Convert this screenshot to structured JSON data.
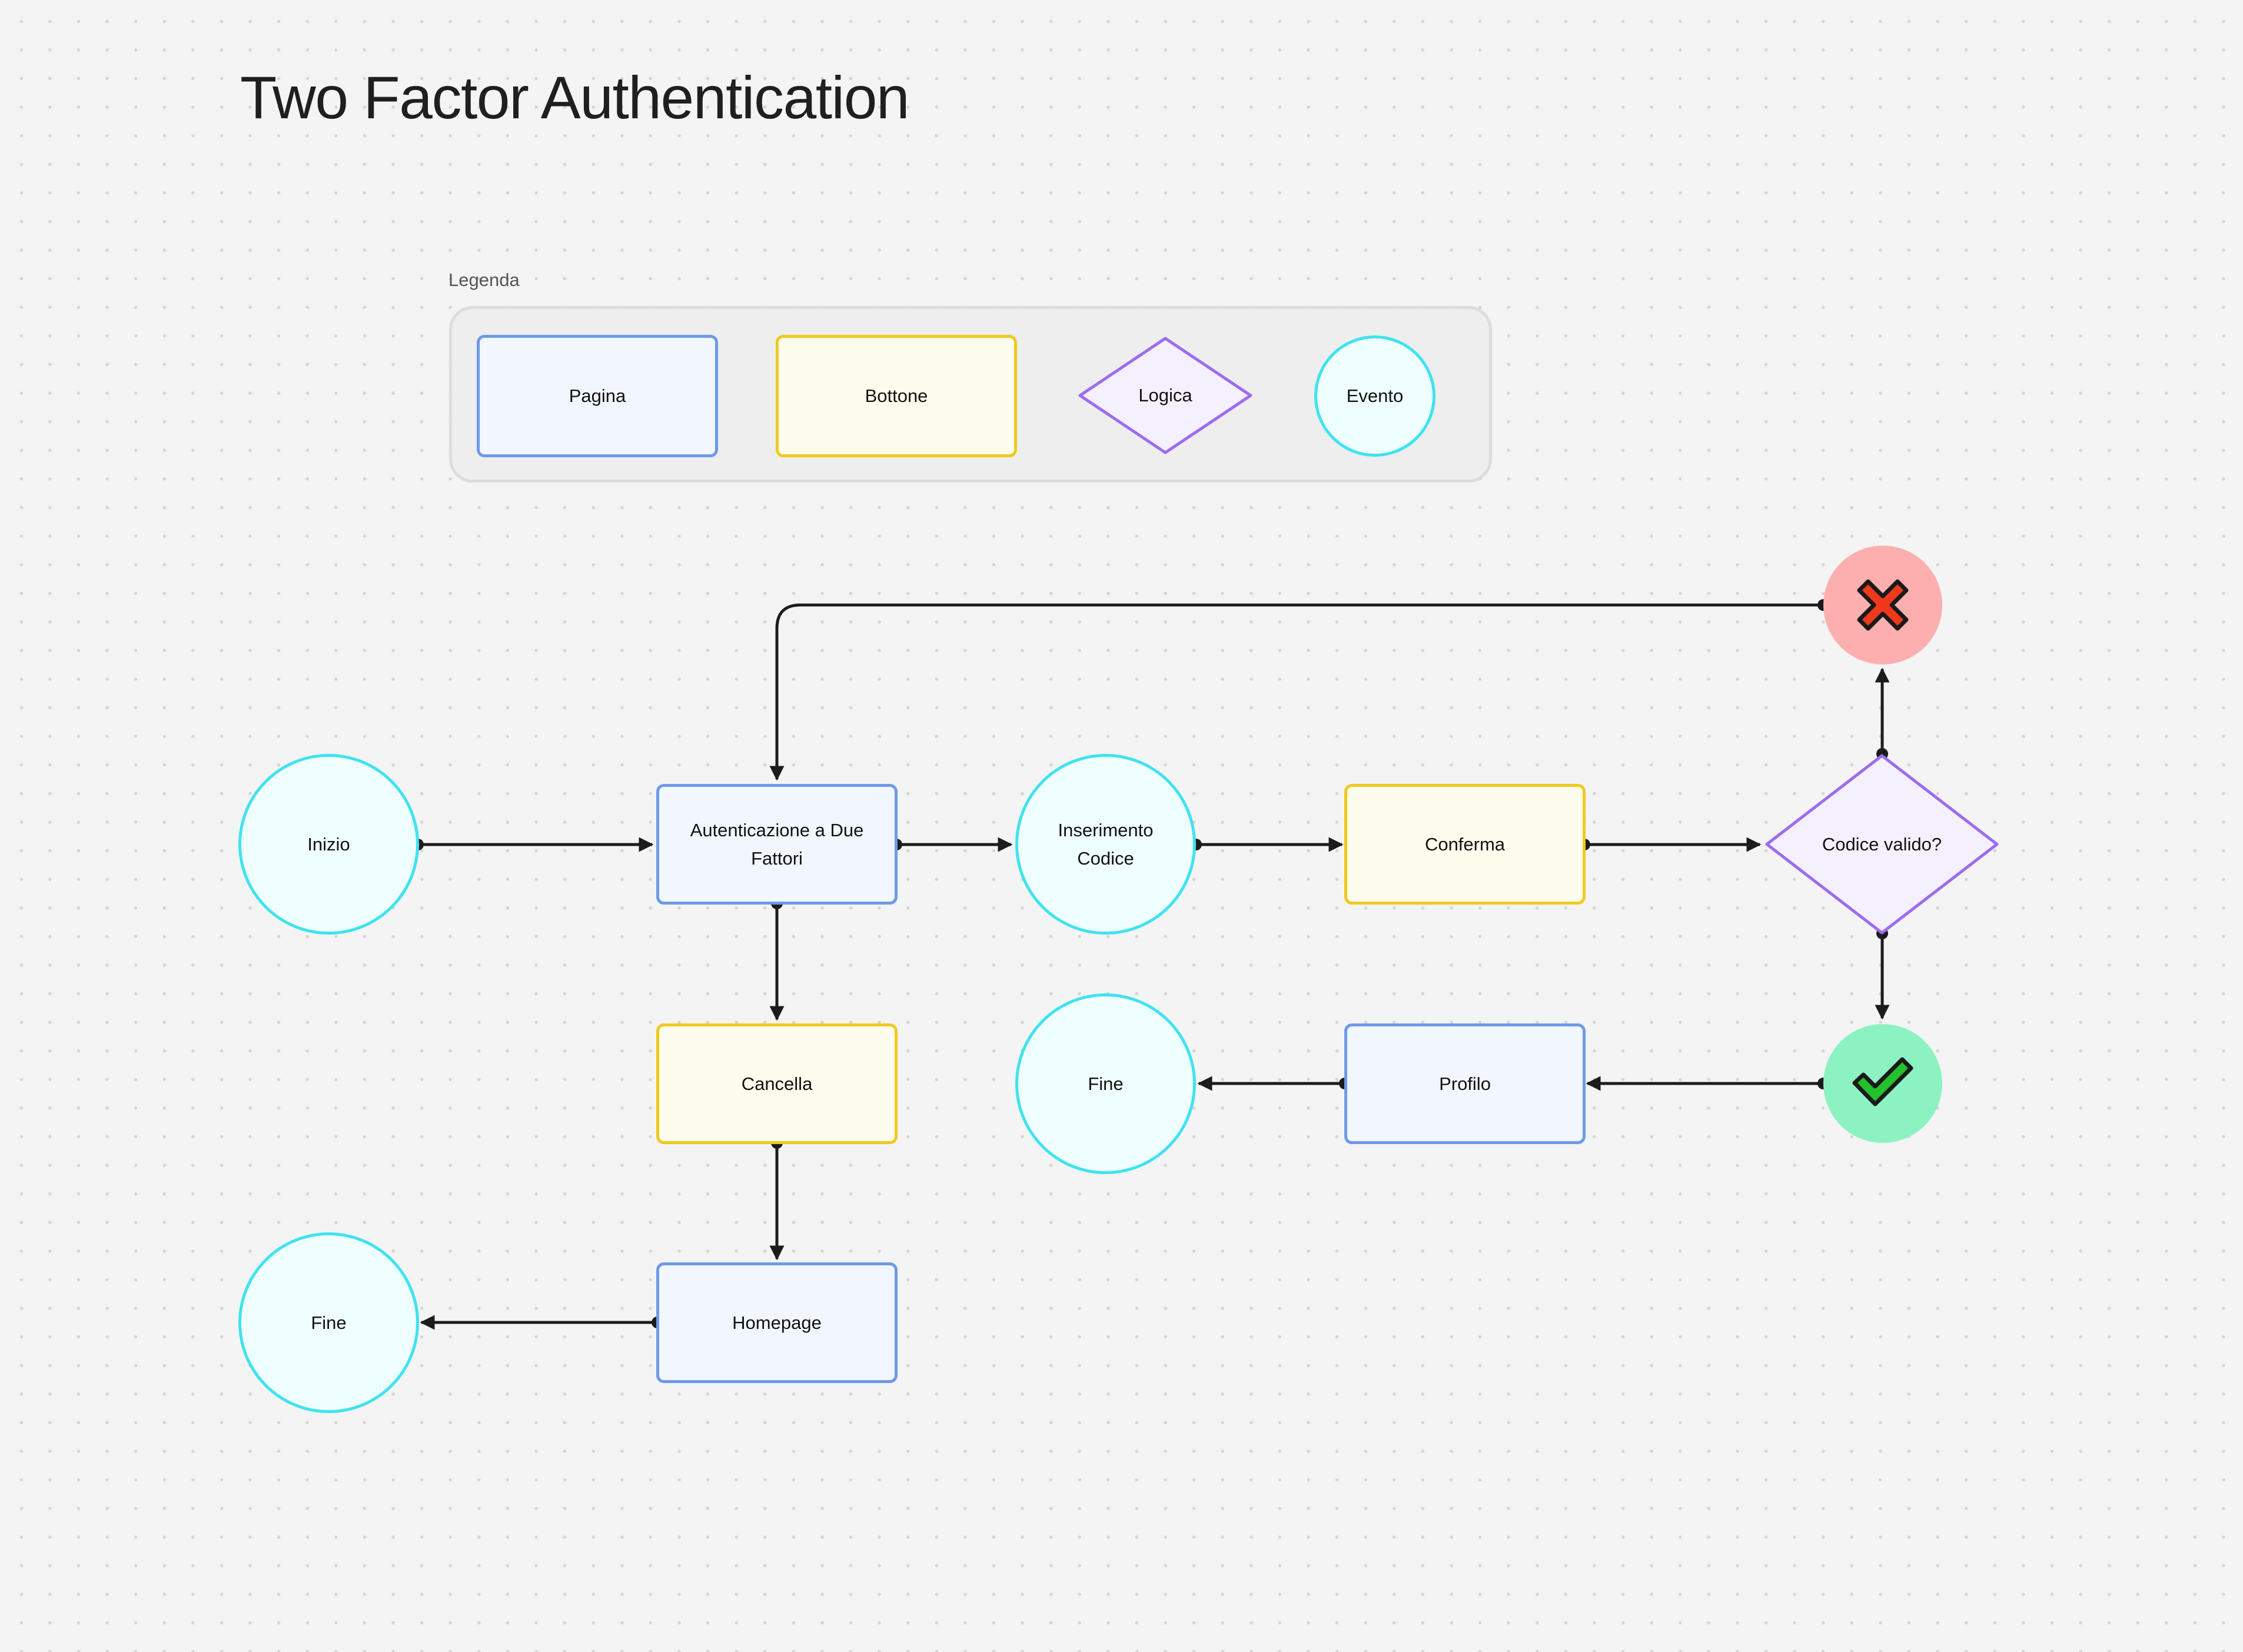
{
  "title": "Two Factor Authentication",
  "legend": {
    "title": "Legenda",
    "items": [
      {
        "type": "page",
        "label": "Pagina"
      },
      {
        "type": "button",
        "label": "Bottone"
      },
      {
        "type": "logic",
        "label": "Logica"
      },
      {
        "type": "event",
        "label": "Evento"
      }
    ]
  },
  "nodes": {
    "inizio": {
      "type": "event",
      "label": "Inizio"
    },
    "autenticazione": {
      "type": "page",
      "label_line1": "Autenticazione a Due",
      "label_line2": "Fattori"
    },
    "inserimento": {
      "type": "event",
      "label_line1": "Inserimento",
      "label_line2": "Codice"
    },
    "conferma": {
      "type": "button",
      "label": "Conferma"
    },
    "codice_valido": {
      "type": "logic",
      "label": "Codice valido?"
    },
    "errore": {
      "type": "outcome",
      "icon": "cross-icon"
    },
    "successo": {
      "type": "outcome",
      "icon": "check-icon"
    },
    "profilo": {
      "type": "page",
      "label": "Profilo"
    },
    "fine_profilo": {
      "type": "event",
      "label": "Fine"
    },
    "cancella": {
      "type": "button",
      "label": "Cancella"
    },
    "homepage": {
      "type": "page",
      "label": "Homepage"
    },
    "fine_homepage": {
      "type": "event",
      "label": "Fine"
    }
  },
  "edges": [
    {
      "from": "inizio",
      "to": "autenticazione"
    },
    {
      "from": "autenticazione",
      "to": "inserimento"
    },
    {
      "from": "inserimento",
      "to": "conferma"
    },
    {
      "from": "conferma",
      "to": "codice_valido"
    },
    {
      "from": "codice_valido",
      "to": "errore"
    },
    {
      "from": "errore",
      "to": "autenticazione"
    },
    {
      "from": "codice_valido",
      "to": "successo"
    },
    {
      "from": "successo",
      "to": "profilo"
    },
    {
      "from": "profilo",
      "to": "fine_profilo"
    },
    {
      "from": "autenticazione",
      "to": "cancella"
    },
    {
      "from": "cancella",
      "to": "homepage"
    },
    {
      "from": "homepage",
      "to": "fine_homepage"
    }
  ],
  "colors": {
    "page_fill": "#f2f6fe",
    "page_border": "#6d9ae8",
    "button_fill": "#fefcec",
    "button_border": "#f0c91e",
    "logic_fill": "#f5f0fe",
    "logic_border": "#9b6cf0",
    "event_fill": "#effefe",
    "event_border": "#3fe3f0",
    "fail_fill": "#fdafaf",
    "fail_icon": "#f0391c",
    "success_fill": "#8df2c1",
    "success_icon": "#23c12a",
    "edge": "#1c1c1c"
  }
}
